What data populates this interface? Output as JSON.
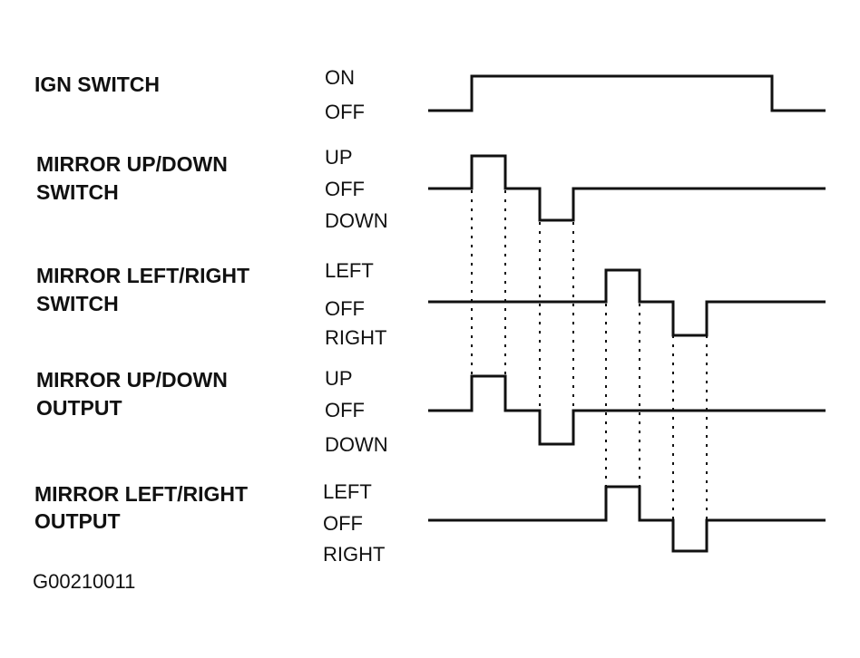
{
  "signals": [
    {
      "label_lines": [
        "IGN SWITCH"
      ],
      "levels": [
        "ON",
        "OFF"
      ]
    },
    {
      "label_lines": [
        "MIRROR UP/DOWN",
        "SWITCH"
      ],
      "levels": [
        "UP",
        "OFF",
        "DOWN"
      ]
    },
    {
      "label_lines": [
        "MIRROR LEFT/RIGHT",
        "SWITCH"
      ],
      "levels": [
        "LEFT",
        "OFF",
        "RIGHT"
      ]
    },
    {
      "label_lines": [
        "MIRROR UP/DOWN",
        "OUTPUT"
      ],
      "levels": [
        "UP",
        "OFF",
        "DOWN"
      ]
    },
    {
      "label_lines": [
        "MIRROR LEFT/RIGHT",
        "OUTPUT"
      ],
      "levels": [
        "LEFT",
        "OFF",
        "RIGHT"
      ]
    }
  ],
  "figure_code": "G00210011"
}
